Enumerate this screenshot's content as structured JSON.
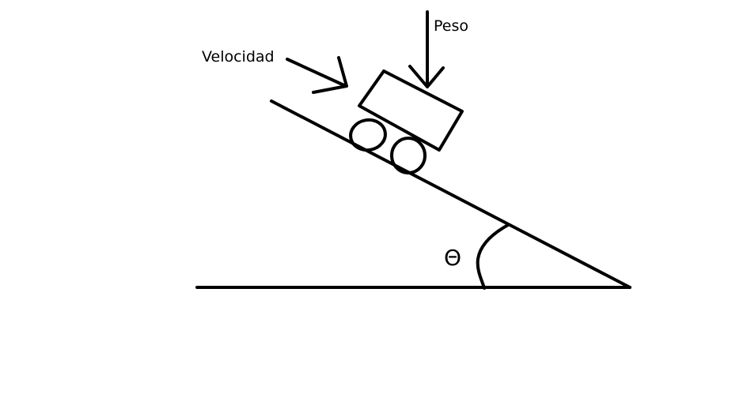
{
  "labels": {
    "velocity": "Velocidad",
    "weight": "Peso",
    "angle": "Θ"
  },
  "colors": {
    "ink": "#000000",
    "background": "#ffffff"
  }
}
